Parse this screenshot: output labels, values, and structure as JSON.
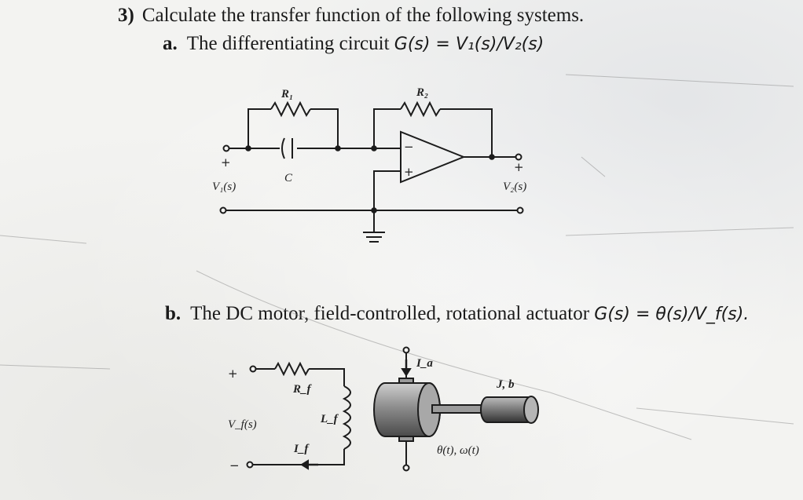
{
  "problem": {
    "number": "3)",
    "title": "Calculate the transfer function of the following systems."
  },
  "part_a": {
    "label": "a.",
    "text": "The differentiating circuit",
    "formula": "G(s) = V₁(s)/V₂(s)",
    "circuit": {
      "r1": "R₁",
      "r2": "R₂",
      "cap": "C",
      "input": "V₁(s)",
      "output": "V₂(s)",
      "plus": "+",
      "minus_in": "−",
      "plus_in": "+"
    }
  },
  "part_b": {
    "label": "b.",
    "text": "The DC motor, field-controlled, rotational actuator",
    "formula": "G(s) = θ(s)/V_f(s).",
    "diagram": {
      "rf": "R_f",
      "lf": "L_f",
      "if": "I_f",
      "ia": "I_a",
      "vf": "V_f(s)",
      "jb": "J, b",
      "theta": "θ(t), ω(t)",
      "plus": "+",
      "minus": "−"
    }
  }
}
